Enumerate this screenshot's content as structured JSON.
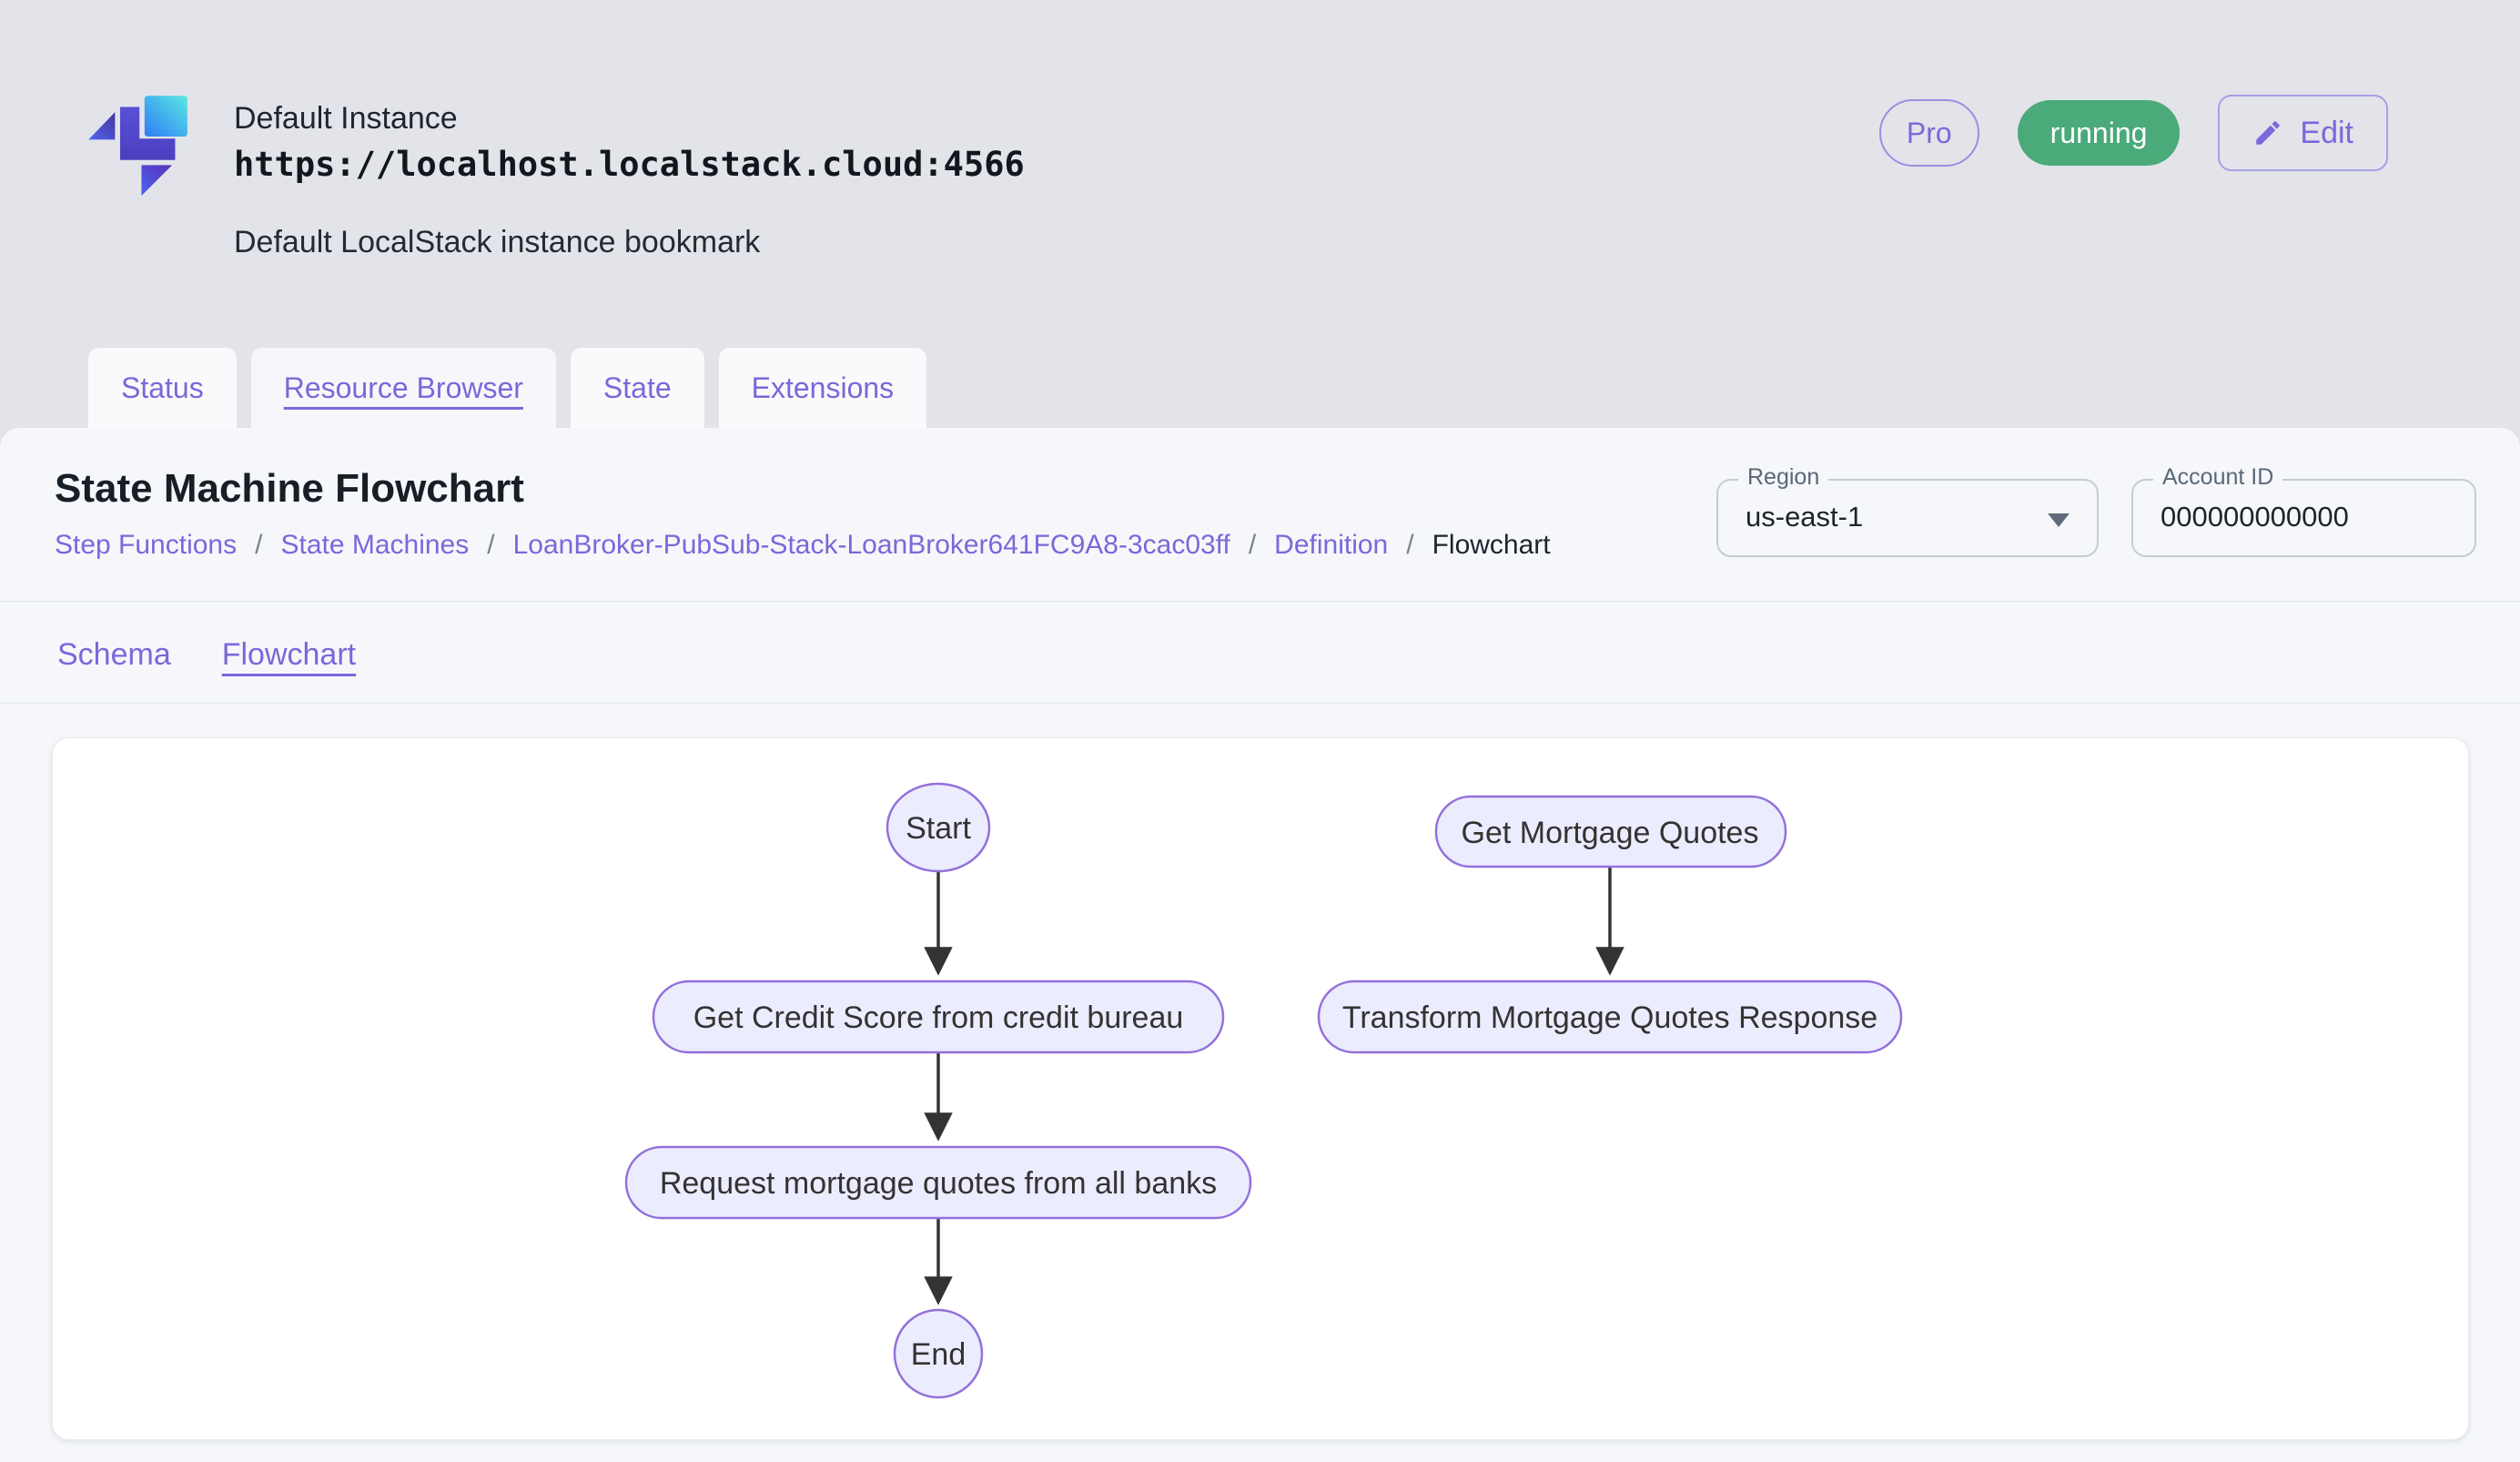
{
  "header": {
    "instance_name": "Default Instance",
    "instance_url": "https://localhost.localstack.cloud:4566",
    "instance_description": "Default LocalStack instance bookmark",
    "pro_badge": "Pro",
    "status_badge": "running",
    "edit_button": "Edit"
  },
  "tabs": [
    {
      "label": "Status",
      "active": false
    },
    {
      "label": "Resource Browser",
      "active": true
    },
    {
      "label": "State",
      "active": false
    },
    {
      "label": "Extensions",
      "active": false
    }
  ],
  "page": {
    "title": "State Machine Flowchart",
    "breadcrumb": [
      "Step Functions",
      "State Machines",
      "LoanBroker-PubSub-Stack-LoanBroker641FC9A8-3cac03ff",
      "Definition",
      "Flowchart"
    ],
    "breadcrumb_separator": "/",
    "region": {
      "label": "Region",
      "value": "us-east-1"
    },
    "account": {
      "label": "Account ID",
      "value": "000000000000"
    },
    "subtabs": [
      "Schema",
      "Flowchart"
    ]
  },
  "flowchart": {
    "nodes": [
      {
        "id": "start",
        "label": "Start",
        "shape": "ellipse"
      },
      {
        "id": "get-credit-score",
        "label": "Get Credit Score from credit bureau",
        "shape": "pill"
      },
      {
        "id": "request-quotes",
        "label": "Request mortgage quotes from all banks",
        "shape": "pill"
      },
      {
        "id": "end",
        "label": "End",
        "shape": "ellipse"
      },
      {
        "id": "get-mortgage-quotes",
        "label": "Get Mortgage Quotes",
        "shape": "pill"
      },
      {
        "id": "transform-response",
        "label": "Transform Mortgage Quotes Response",
        "shape": "pill"
      }
    ],
    "edges": [
      [
        "start",
        "get-credit-score"
      ],
      [
        "get-credit-score",
        "request-quotes"
      ],
      [
        "request-quotes",
        "end"
      ],
      [
        "get-mortgage-quotes",
        "transform-response"
      ]
    ]
  },
  "colors": {
    "accent_purple": "#7a68d9",
    "running_green": "#4baa7a",
    "node_fill": "#ececff",
    "node_border": "#9370db",
    "arrow": "#333333",
    "page_bg": "#e2e4e9",
    "panel_bg": "#f5f7fa"
  }
}
